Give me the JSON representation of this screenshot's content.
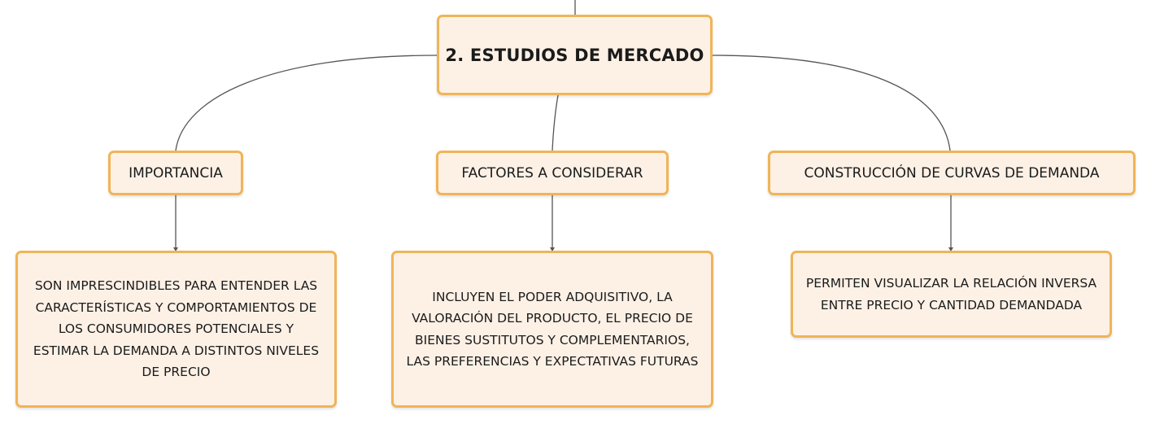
{
  "diagram": {
    "root": {
      "label": "2. ESTUDIOS DE MERCADO"
    },
    "topics": [
      {
        "label": "IMPORTANCIA",
        "detail_lines": [
          "SON IMPRESCINDIBLES PARA ENTENDER LAS",
          "CARACTERÍSTICAS Y COMPORTAMIENTOS DE",
          "LOS CONSUMIDORES POTENCIALES Y",
          "ESTIMAR LA DEMANDA A DISTINTOS NIVELES",
          "DE PRECIO"
        ]
      },
      {
        "label": "FACTORES A CONSIDERAR",
        "detail_lines": [
          "INCLUYEN EL PODER ADQUISITIVO, LA",
          "VALORACIÓN DEL PRODUCTO, EL PRECIO DE",
          "BIENES SUSTITUTOS Y COMPLEMENTARIOS,",
          "LAS PREFERENCIAS Y EXPECTATIVAS FUTURAS"
        ]
      },
      {
        "label": "CONSTRUCCIÓN DE CURVAS DE DEMANDA",
        "detail_lines": [
          "PERMITEN VISUALIZAR LA RELACIÓN INVERSA",
          "ENTRE PRECIO Y CANTIDAD DEMANDADA"
        ]
      }
    ],
    "colors": {
      "node_fill": "#fdf1e6",
      "node_border": "#f0b458",
      "connector": "#555555"
    }
  }
}
